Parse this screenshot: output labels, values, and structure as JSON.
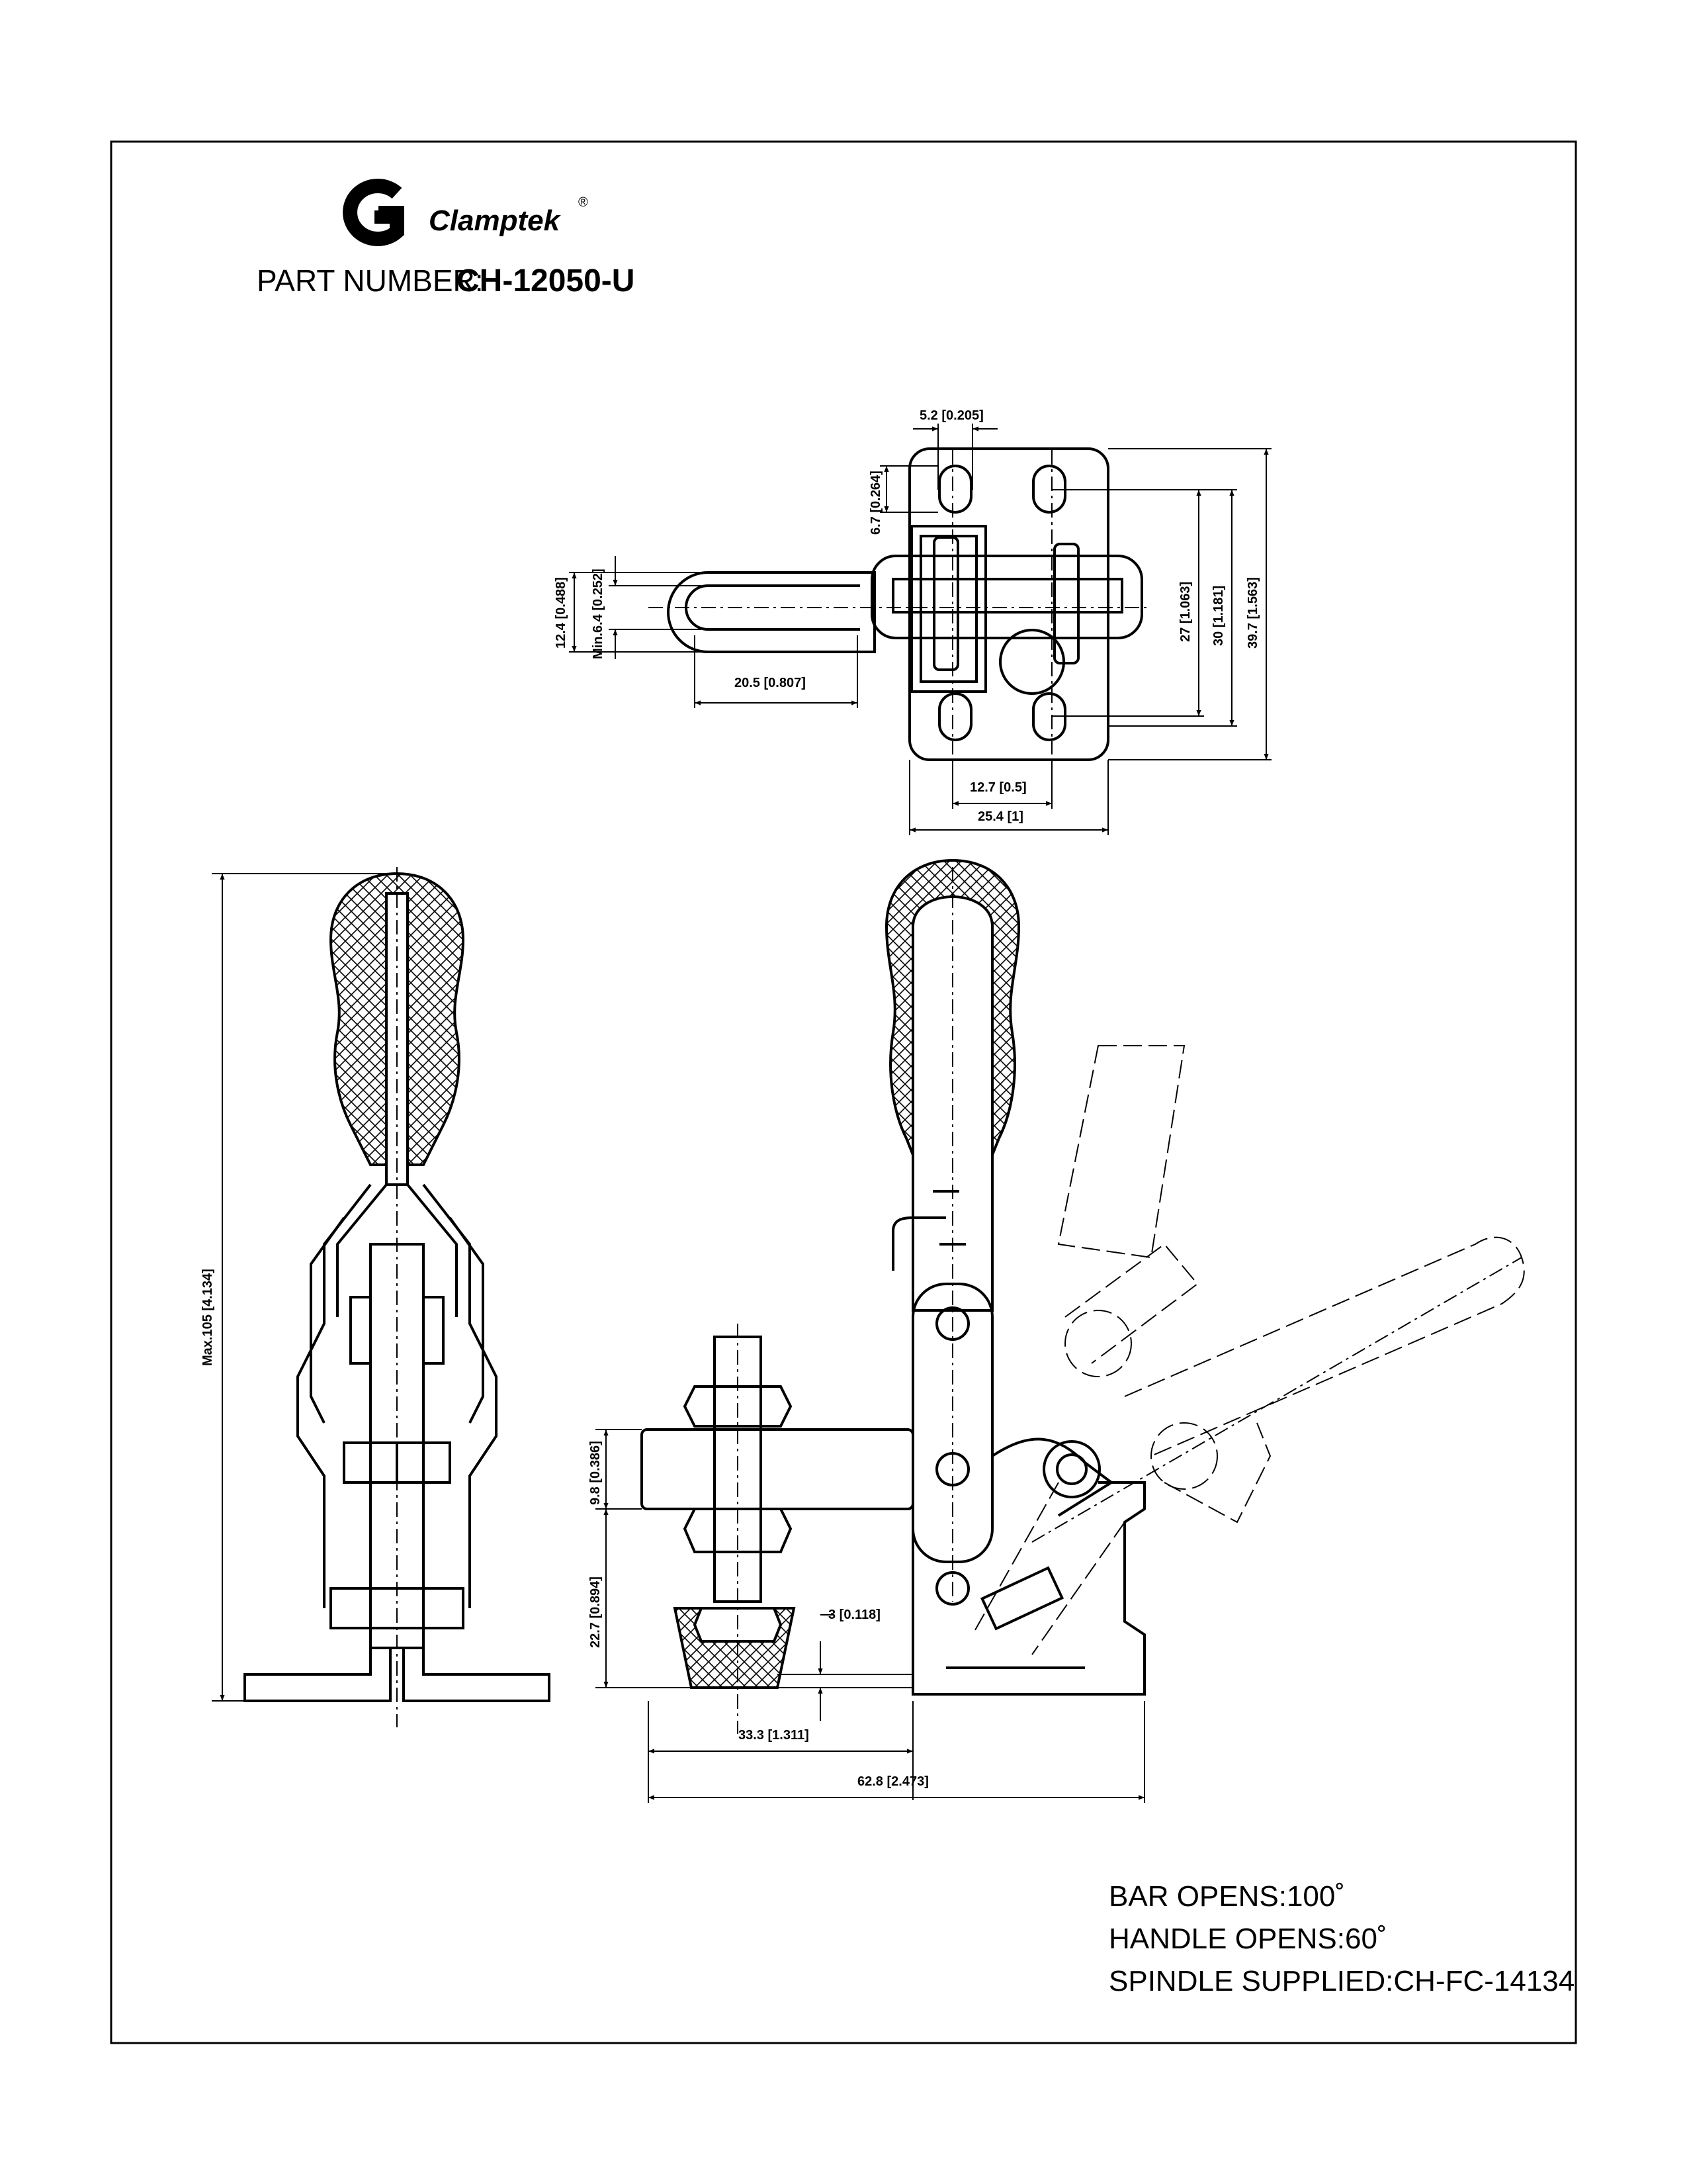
{
  "brand": {
    "name": "Clamptek",
    "registered": "®"
  },
  "part": {
    "label": "PART NUMBER:",
    "number": "CH-12050-U"
  },
  "dimensions": {
    "d_5_2": "5.2 [0.205]",
    "d_6_7": "6.7 [0.264]",
    "d_12_4": "12.4 [0.488]",
    "d_min_6_4": "Min.6.4 [0.252]",
    "d_20_5": "20.5 [0.807]",
    "d_27": "27 [1.063]",
    "d_30": "30 [1.181]",
    "d_39_7": "39.7 [1.563]",
    "d_12_7": "12.7 [0.5]",
    "d_25_4": "25.4 [1]",
    "d_max_105": "Max.105 [4.134]",
    "d_9_8": "9.8 [0.386]",
    "d_22_7": "22.7 [0.894]",
    "d_3": "3 [0.118]",
    "d_33_3": "33.3 [1.311]",
    "d_62_8": "62.8 [2.473]"
  },
  "notes": {
    "bar_opens": "BAR OPENS:100˚",
    "handle_opens": "HANDLE OPENS:60˚",
    "spindle": "SPINDLE SUPPLIED:CH-FC-14134"
  }
}
